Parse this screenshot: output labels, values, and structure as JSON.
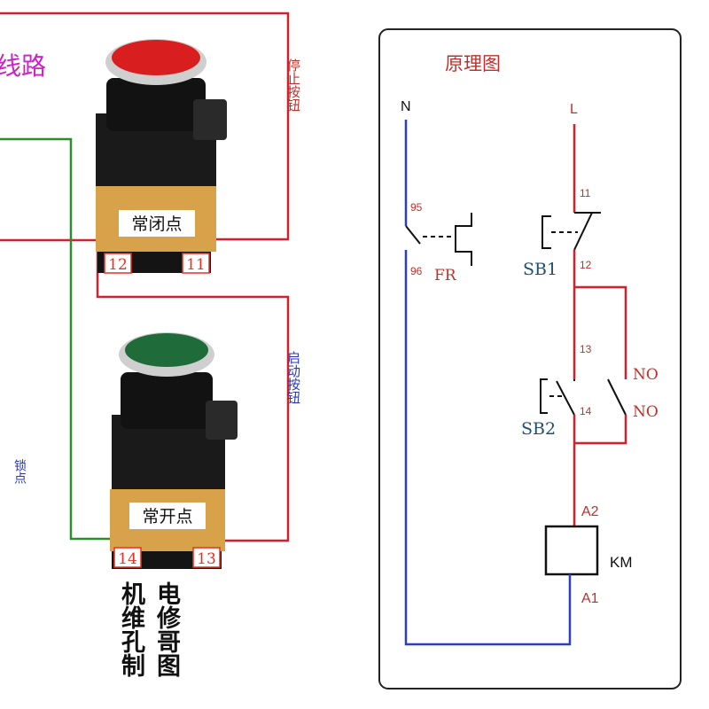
{
  "left_panel": {
    "title_fragment": "线路",
    "stop_button_label": "停止按钮",
    "start_button_label": "启动按钮",
    "nc_contact_label": "常闭点",
    "no_contact_label": "常开点",
    "nc_terminal_left": "12",
    "nc_terminal_right": "11",
    "no_terminal_left": "14",
    "no_terminal_right": "13",
    "side_label": "锁点",
    "watermark_col1": "机维孔制",
    "watermark_col2": "电修哥图"
  },
  "schematic": {
    "title": "原理图",
    "neutral_label": "N",
    "live_label": "L",
    "fr_terminal_top": "95",
    "fr_terminal_bottom": "96",
    "fr_label": "FR",
    "sb1_label": "SB1",
    "sb1_terminal_top": "11",
    "sb1_terminal_bottom": "12",
    "sb2_label": "SB2",
    "sb2_terminal_top": "13",
    "sb2_terminal_bottom": "14",
    "no_label_1": "NO",
    "no_label_2": "NO",
    "km_label": "KM",
    "coil_top": "A2",
    "coil_bottom": "A1"
  },
  "colors": {
    "live_wire": "#d4202b",
    "neutral_wire": "#2b3fc4",
    "green_wire": "#2e8b2e",
    "stop_cap": "#d81e1e",
    "start_cap": "#1f6b3a",
    "terminal_red": "#e8301e",
    "title_magenta": "#d020c8",
    "stop_label": "#c0302a",
    "start_label": "#2a3ab0"
  }
}
